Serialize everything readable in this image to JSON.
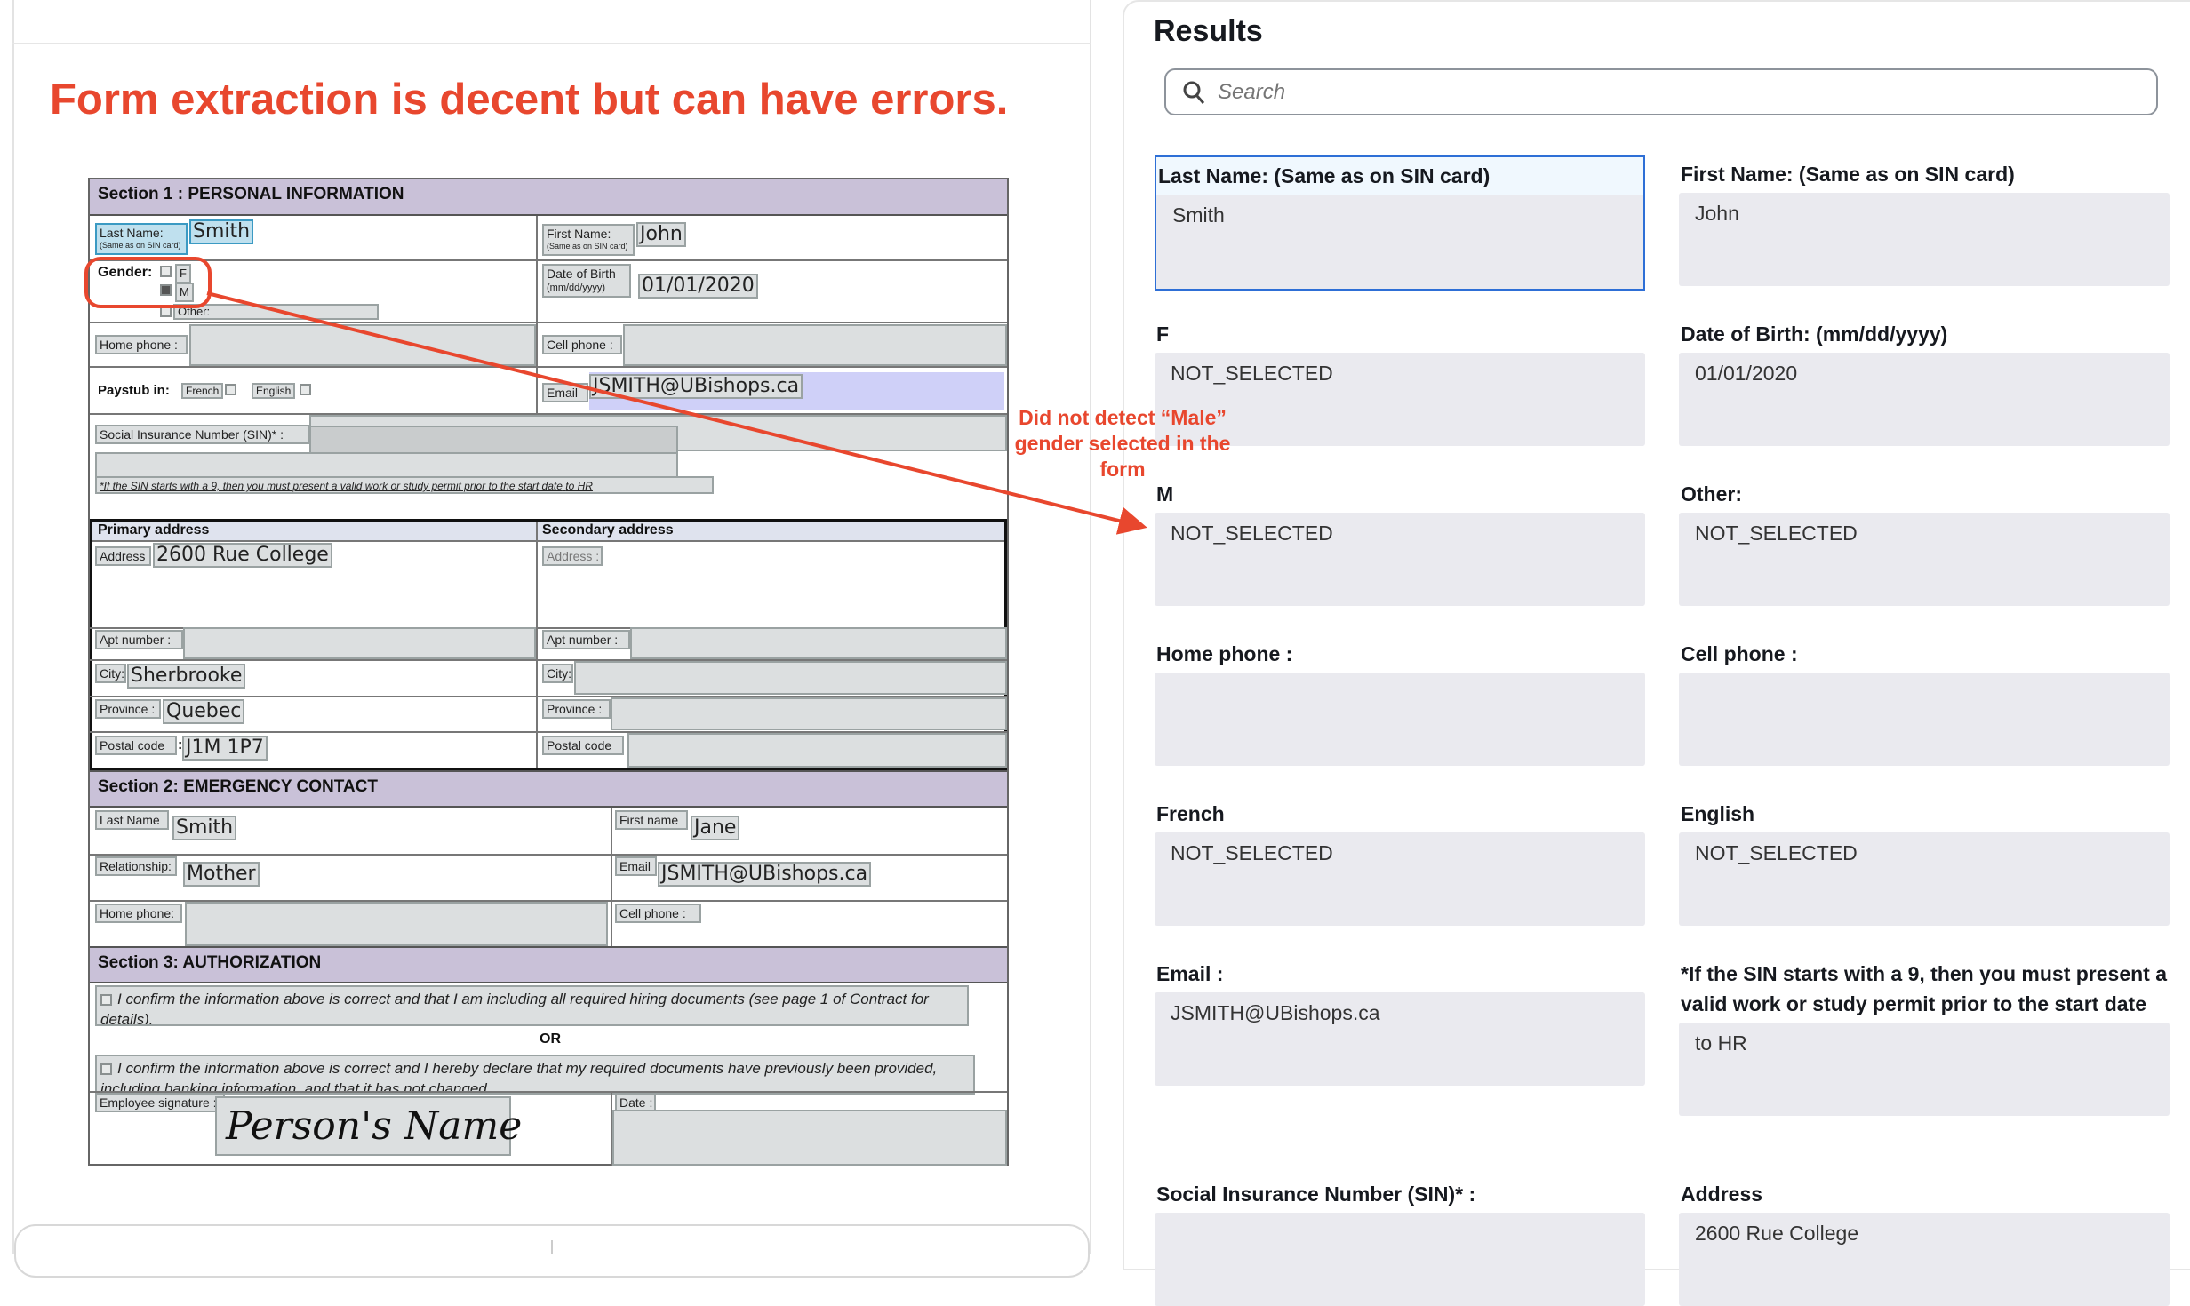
{
  "headline": "Form extraction is decent but can have errors.",
  "annotation": {
    "text": "Did not detect “Male” gender selected in the form",
    "color": "#e8472e"
  },
  "form": {
    "section1": "Section 1 : PERSONAL INFORMATION",
    "last_name_label": "Last Name:",
    "last_name_sub": "(Same as on SIN card)",
    "last_name_value": "Smith",
    "first_name_label": "First Name:",
    "first_name_sub": "(Same as on SIN card)",
    "first_name_value": "John",
    "gender_label": "Gender:",
    "gender_f": "F",
    "gender_m": "M",
    "gender_other": "Other:",
    "dob_label": "Date of Birth",
    "dob_sub": "(mm/dd/yyyy)",
    "dob_value": "01/01/2020",
    "home_phone": "Home phone :",
    "cell_phone": "Cell phone :",
    "paystub": "Paystub in:",
    "french": "French",
    "english": "English",
    "email_label": "Email",
    "email_value": "JSMITH@UBishops.ca",
    "sin_label": "Social Insurance Number (SIN)* :",
    "sin_note": "*If the SIN starts with a 9, then you must present a valid work or study permit prior to the start date",
    "sin_note_tail": "to HR",
    "primary_address": "Primary address",
    "secondary_address": "Secondary address",
    "address_label": "Address",
    "address_value": "2600 Rue College",
    "address_label2": "Address :",
    "apt": "Apt number :",
    "city": "City:",
    "city_value": "Sherbrooke",
    "province": "Province :",
    "province_value": "Quebec",
    "postal": "Postal code",
    "postal_colon": ":",
    "postal_value": "J1M 1P7",
    "section2": "Section 2: EMERGENCY CONTACT",
    "ec_last_label": "Last Name",
    "ec_last_value": "Smith",
    "ec_first_label": "First name",
    "ec_first_value": "Jane",
    "ec_rel_label": "Relationship:",
    "ec_rel_value": "Mother",
    "ec_email_label": "Email",
    "ec_email_value": "JSMITH@UBishops.ca",
    "ec_home_phone": "Home phone:",
    "ec_cell_phone": "Cell phone :",
    "section3": "Section 3: AUTHORIZATION",
    "confirm1": "I confirm the information above is correct and that I am including all required hiring documents (see page 1 of Contract for details).",
    "or": "OR",
    "confirm2": "I confirm the information above is correct and I hereby declare that my required documents have previously been provided, including banking information, and that it has not changed.",
    "signature_label": "Employee signature :",
    "signature_value": "Person's Name",
    "date_label": "Date :"
  },
  "results": {
    "title": "Results",
    "search_placeholder": "Search",
    "cards": [
      {
        "label": "Last Name: (Same as on SIN card)",
        "value": "Smith",
        "selected": true
      },
      {
        "label": "First Name: (Same as on SIN card)",
        "value": "John"
      },
      {
        "label": "F",
        "value": "NOT_SELECTED"
      },
      {
        "label": "Date of Birth: (mm/dd/yyyy)",
        "value": "01/01/2020"
      },
      {
        "label": "M",
        "value": "NOT_SELECTED"
      },
      {
        "label": "Other:",
        "value": "NOT_SELECTED"
      },
      {
        "label": "Home phone :",
        "value": ""
      },
      {
        "label": "Cell phone :",
        "value": ""
      },
      {
        "label": "French",
        "value": "NOT_SELECTED"
      },
      {
        "label": "English",
        "value": "NOT_SELECTED"
      },
      {
        "label": "Email :",
        "value": "JSMITH@UBishops.ca"
      },
      {
        "label": "*If the SIN starts with a 9, then you must present a valid work or study permit prior to the start date",
        "value": "to HR"
      },
      {
        "label": "Social Insurance Number (SIN)* :",
        "value": ""
      },
      {
        "label": "Address",
        "value": "2600 Rue College"
      }
    ]
  }
}
